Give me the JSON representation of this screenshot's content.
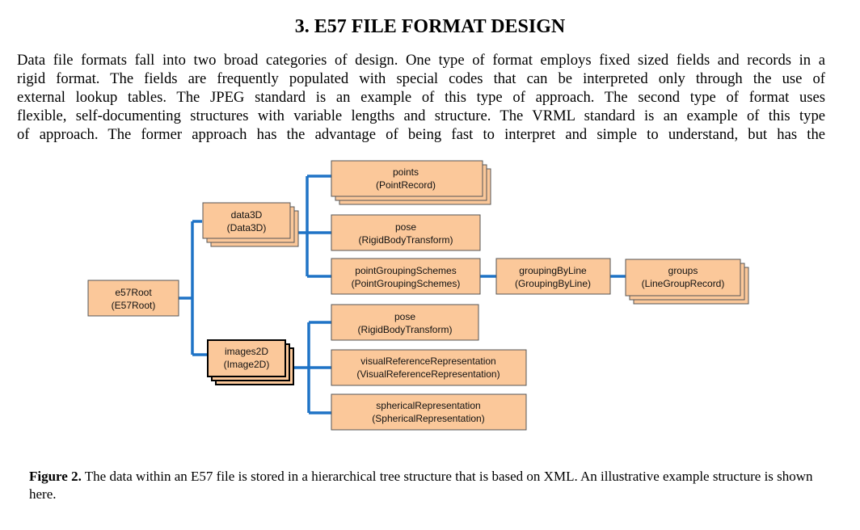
{
  "section": {
    "title": "3.   E57 FILE FORMAT DESIGN"
  },
  "paragraph": {
    "lines": [
      "Data file formats fall into two broad categories of design. One type of format employs fixed sized fields and records in a",
      "rigid format. The fields are frequently populated with special codes that can be interpreted only through the use of",
      "external lookup tables. The JPEG standard is an example of this type of approach. The second type of format uses",
      "flexible, self-documenting structures with variable lengths and structure. The VRML standard is an example of this type",
      "of approach. The former approach has the advantage of being fast to interpret and simple to understand, but has the"
    ]
  },
  "figure": {
    "nodes": {
      "e57root": {
        "name": "e57Root",
        "type": "(E57Root)"
      },
      "data3d": {
        "name": "data3D",
        "type": "(Data3D)"
      },
      "images2d": {
        "name": "images2D",
        "type": "(Image2D)"
      },
      "points": {
        "name": "points",
        "type": "(PointRecord)"
      },
      "pose1": {
        "name": "pose",
        "type": "(RigidBodyTransform)"
      },
      "pgs": {
        "name": "pointGroupingSchemes",
        "type": "(PointGroupingSchemes)"
      },
      "gbl": {
        "name": "groupingByLine",
        "type": "(GroupingByLine)"
      },
      "groups": {
        "name": "groups",
        "type": "(LineGroupRecord)"
      },
      "pose2": {
        "name": "pose",
        "type": "(RigidBodyTransform)"
      },
      "visref": {
        "name": "visualReferenceRepresentation",
        "type": "(VisualReferenceRepresentation)"
      },
      "spherical": {
        "name": "sphericalRepresentation",
        "type": "(SphericalRepresentation)"
      }
    },
    "colors": {
      "box_fill": "#fbc89a",
      "box_stroke": "#555555",
      "connector": "#1f73c6",
      "highlight_stroke": "#000000"
    },
    "caption_label": "Figure 2.",
    "caption_text": " The data within an E57 file is stored in a hierarchical tree structure that is based on XML. An illustrative example structure is shown here."
  }
}
